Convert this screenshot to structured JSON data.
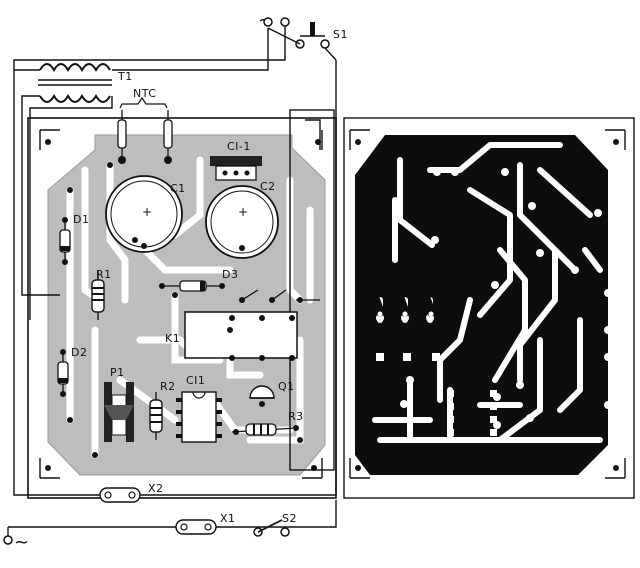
{
  "labels": {
    "t1": "T1",
    "ntc": "NTC",
    "ci1": "CI-1",
    "c1": "C1",
    "c2": "C2",
    "d1": "D1",
    "r1": "R1",
    "d3": "D3",
    "k1": "K1",
    "d2": "D2",
    "p1": "P1",
    "r2": "R2",
    "ci_lower": "CI1",
    "q1": "Q1",
    "r3": "R3",
    "s1": "S1",
    "s2": "S2",
    "x1": "X1",
    "x2": "X2",
    "ac_top": "~",
    "ac_bottom": "~"
  },
  "colors": {
    "board": "#bdbdbd",
    "copper": "#0d0d0d",
    "line": "#111111",
    "background": "#ffffff"
  }
}
